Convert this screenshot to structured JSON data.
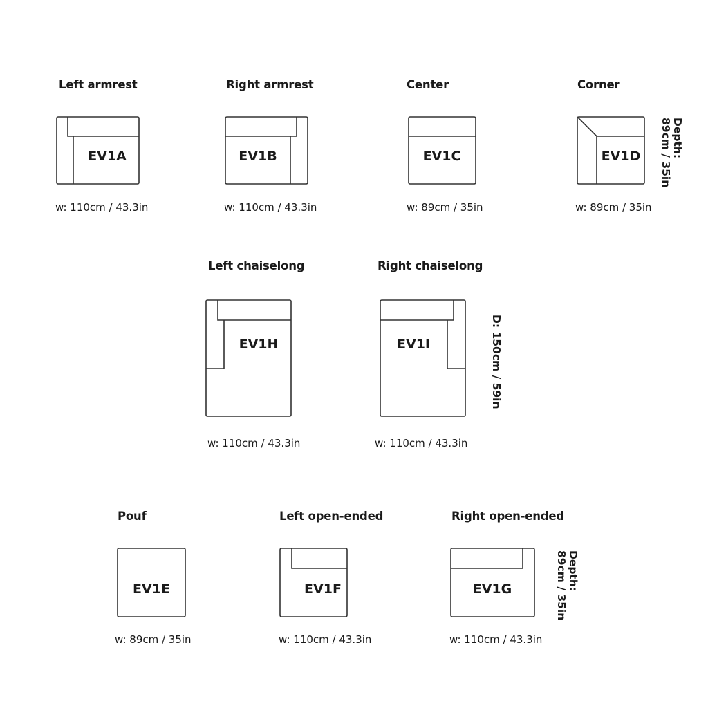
{
  "modules": [
    {
      "title": "Left armrest",
      "code": "EV1A",
      "width": "w: 110cm / 43.3in"
    },
    {
      "title": "Right armrest",
      "code": "EV1B",
      "width": "w: 110cm / 43.3in"
    },
    {
      "title": "Center",
      "code": "EV1C",
      "width": "w: 89cm / 35in"
    },
    {
      "title": "Corner",
      "code": "EV1D",
      "width": "w: 89cm / 35in"
    },
    {
      "title": "Left chaiselong",
      "code": "EV1H",
      "width": "w: 110cm / 43.3in"
    },
    {
      "title": "Right chaiselong",
      "code": "EV1I",
      "width": "w: 110cm / 43.3in"
    },
    {
      "title": "Pouf",
      "code": "EV1E",
      "width": "w: 89cm / 35in"
    },
    {
      "title": "Left open-ended",
      "code": "EV1F",
      "width": "w: 110cm / 43.3in"
    },
    {
      "title": "Right open-ended",
      "code": "EV1G",
      "width": "w: 110cm / 43.3in"
    }
  ],
  "depth_labels": {
    "row1": {
      "line1": "Depth:",
      "line2": "89cm / 35in"
    },
    "row2": {
      "line1": "D: 150cm / 59in"
    },
    "row3": {
      "line1": "Depth:",
      "line2": "89cm / 35in"
    }
  }
}
